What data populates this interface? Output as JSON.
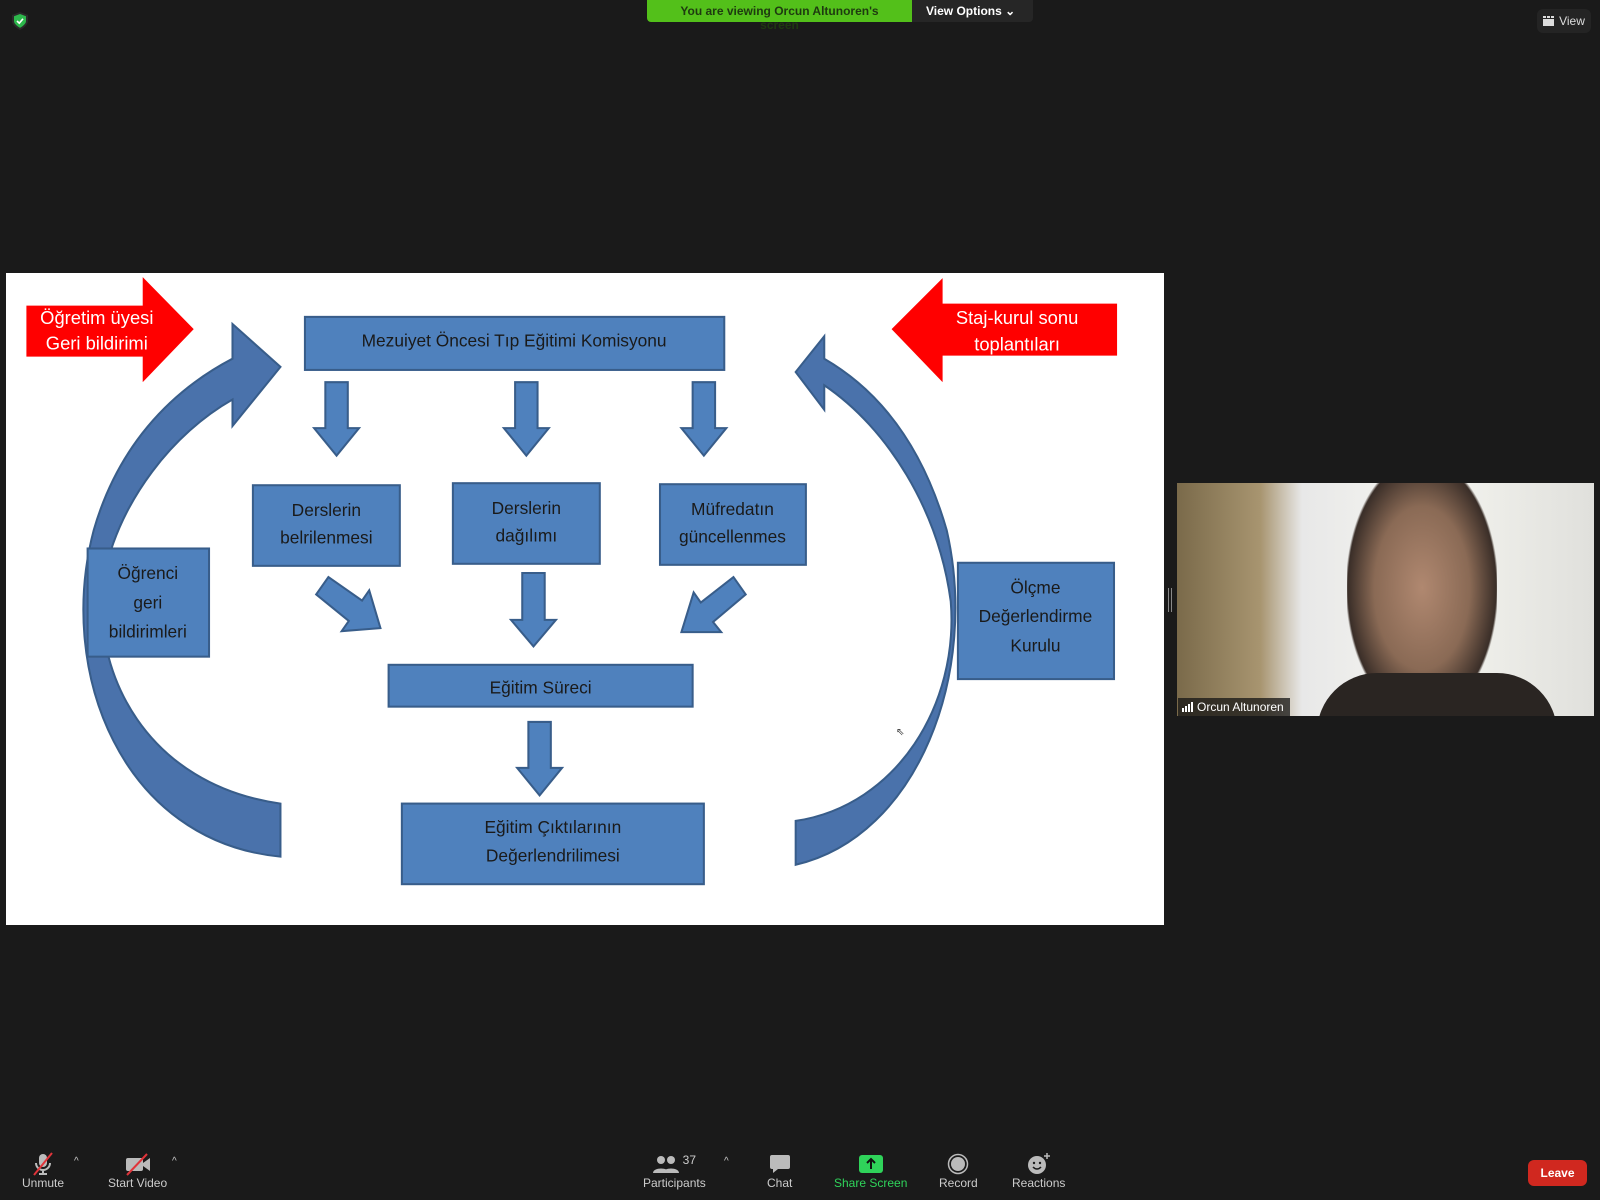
{
  "topbar": {
    "viewing_banner": "You are viewing Orcun Altunoren's screen",
    "view_options": "View Options",
    "view_button": "View"
  },
  "slide": {
    "red_left": [
      "Öğretim üyesi",
      "Geri bildirimi"
    ],
    "red_right": [
      "Staj-kurul sonu",
      "toplantıları"
    ],
    "top_box": "Mezuiyet Öncesi Tıp Eğitimi Komisyonu",
    "box1": [
      "Derslerin",
      "belrilenmesi"
    ],
    "box2": [
      "Derslerin",
      "dağılımı"
    ],
    "box3": [
      "Müfredatın",
      "güncellenmes"
    ],
    "process": "Eğitim Süreci",
    "outcome": [
      "Eğitim Çıktılarının",
      "Değerlendrilimesi"
    ],
    "student": [
      "Öğrenci",
      "geri",
      "bildirimleri"
    ],
    "assessment": [
      "Ölçme",
      "Değerlendirme",
      "Kurulu"
    ],
    "colors": {
      "box": "#4f81bd",
      "box_border": "#385d8a",
      "red": "#ff0000"
    }
  },
  "video": {
    "participant_name": "Orcun Altunoren"
  },
  "toolbar": {
    "unmute": "Unmute",
    "start_video": "Start Video",
    "participants": "Participants",
    "participant_count": "37",
    "chat": "Chat",
    "share_screen": "Share Screen",
    "record": "Record",
    "reactions": "Reactions",
    "leave": "Leave"
  }
}
